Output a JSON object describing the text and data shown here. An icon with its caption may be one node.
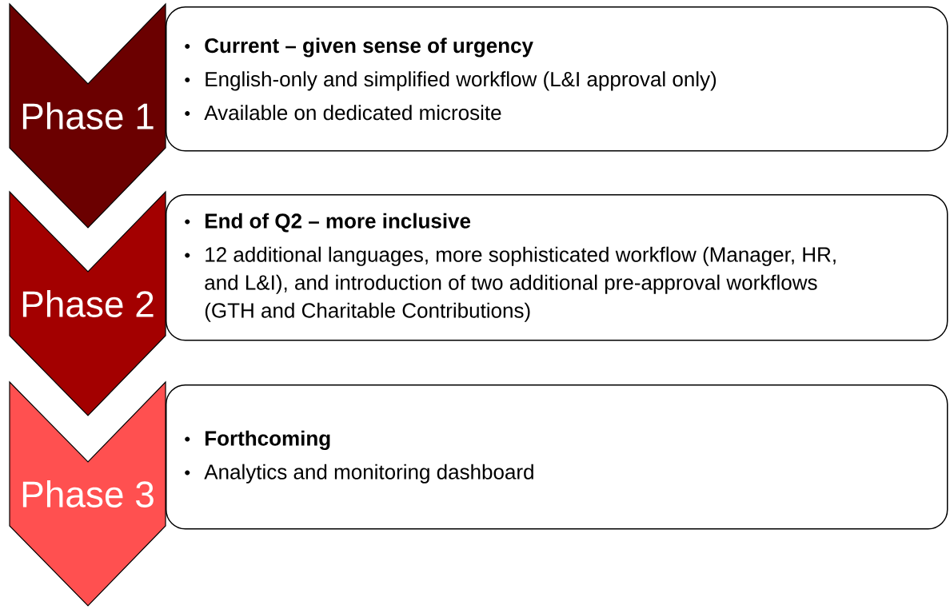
{
  "diagram": {
    "nodes": [
      {
        "text": [
          "Phase 1"
        ]
      },
      {
        "text": [
          "Current – given sense of urgency",
          "English-only and simplified workflow (L&I approval only)",
          "Available on dedicated microsite"
        ]
      },
      {
        "text": [
          "Phase 2"
        ]
      },
      {
        "text": [
          "End of Q2 – more inclusive",
          "12 additional languages, more sophisticated workflow (Manager, HR, and L&I), and introduction of two additional pre-approval workflows (GTH and Charitable Contributions)"
        ]
      },
      {
        "text": [
          "Phase 3"
        ]
      },
      {
        "text": [
          "Forthcoming",
          "Analytics and monitoring dashboard"
        ]
      }
    ]
  }
}
